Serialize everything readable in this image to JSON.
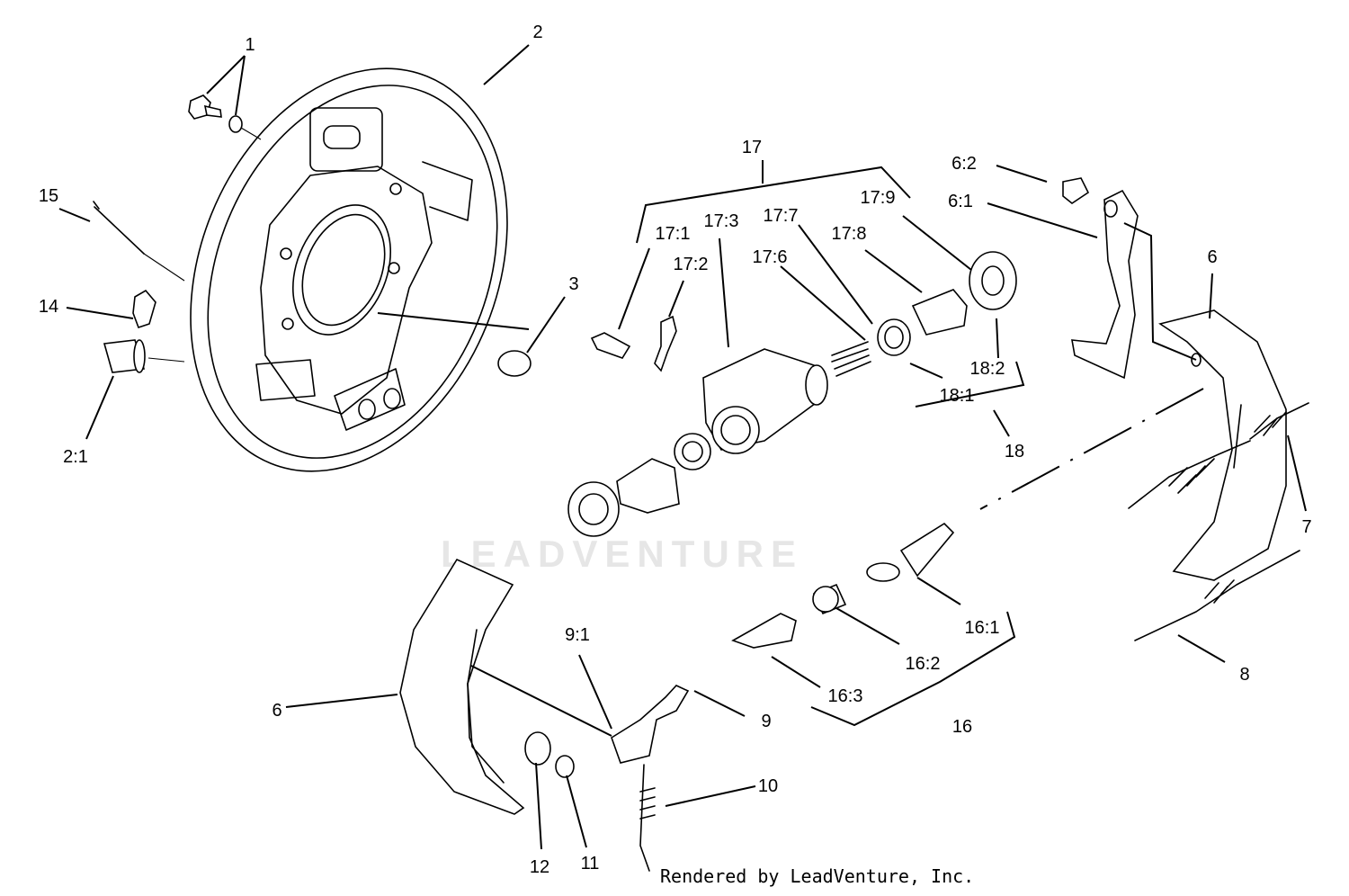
{
  "callouts": {
    "c1": "1",
    "c2": "2",
    "c2_1": "2:1",
    "c3": "3",
    "c14": "14",
    "c15": "15",
    "c17": "17",
    "c17_1": "17:1",
    "c17_2": "17:2",
    "c17_3": "17:3",
    "c17_6": "17:6",
    "c17_7": "17:7",
    "c17_8": "17:8",
    "c17_9": "17:9",
    "c18": "18",
    "c18_1": "18:1",
    "c18_2": "18:2",
    "c6_2": "6:2",
    "c6_1": "6:1",
    "c6_right": "6",
    "c7": "7",
    "c8": "8",
    "c16": "16",
    "c16_1": "16:1",
    "c16_2": "16:2",
    "c16_3": "16:3",
    "c6_left": "6",
    "c9": "9",
    "c9_1": "9:1",
    "c10": "10",
    "c11": "11",
    "c12": "12"
  },
  "watermark": "LEADVENTURE",
  "credit": "Rendered by LeadVenture, Inc."
}
